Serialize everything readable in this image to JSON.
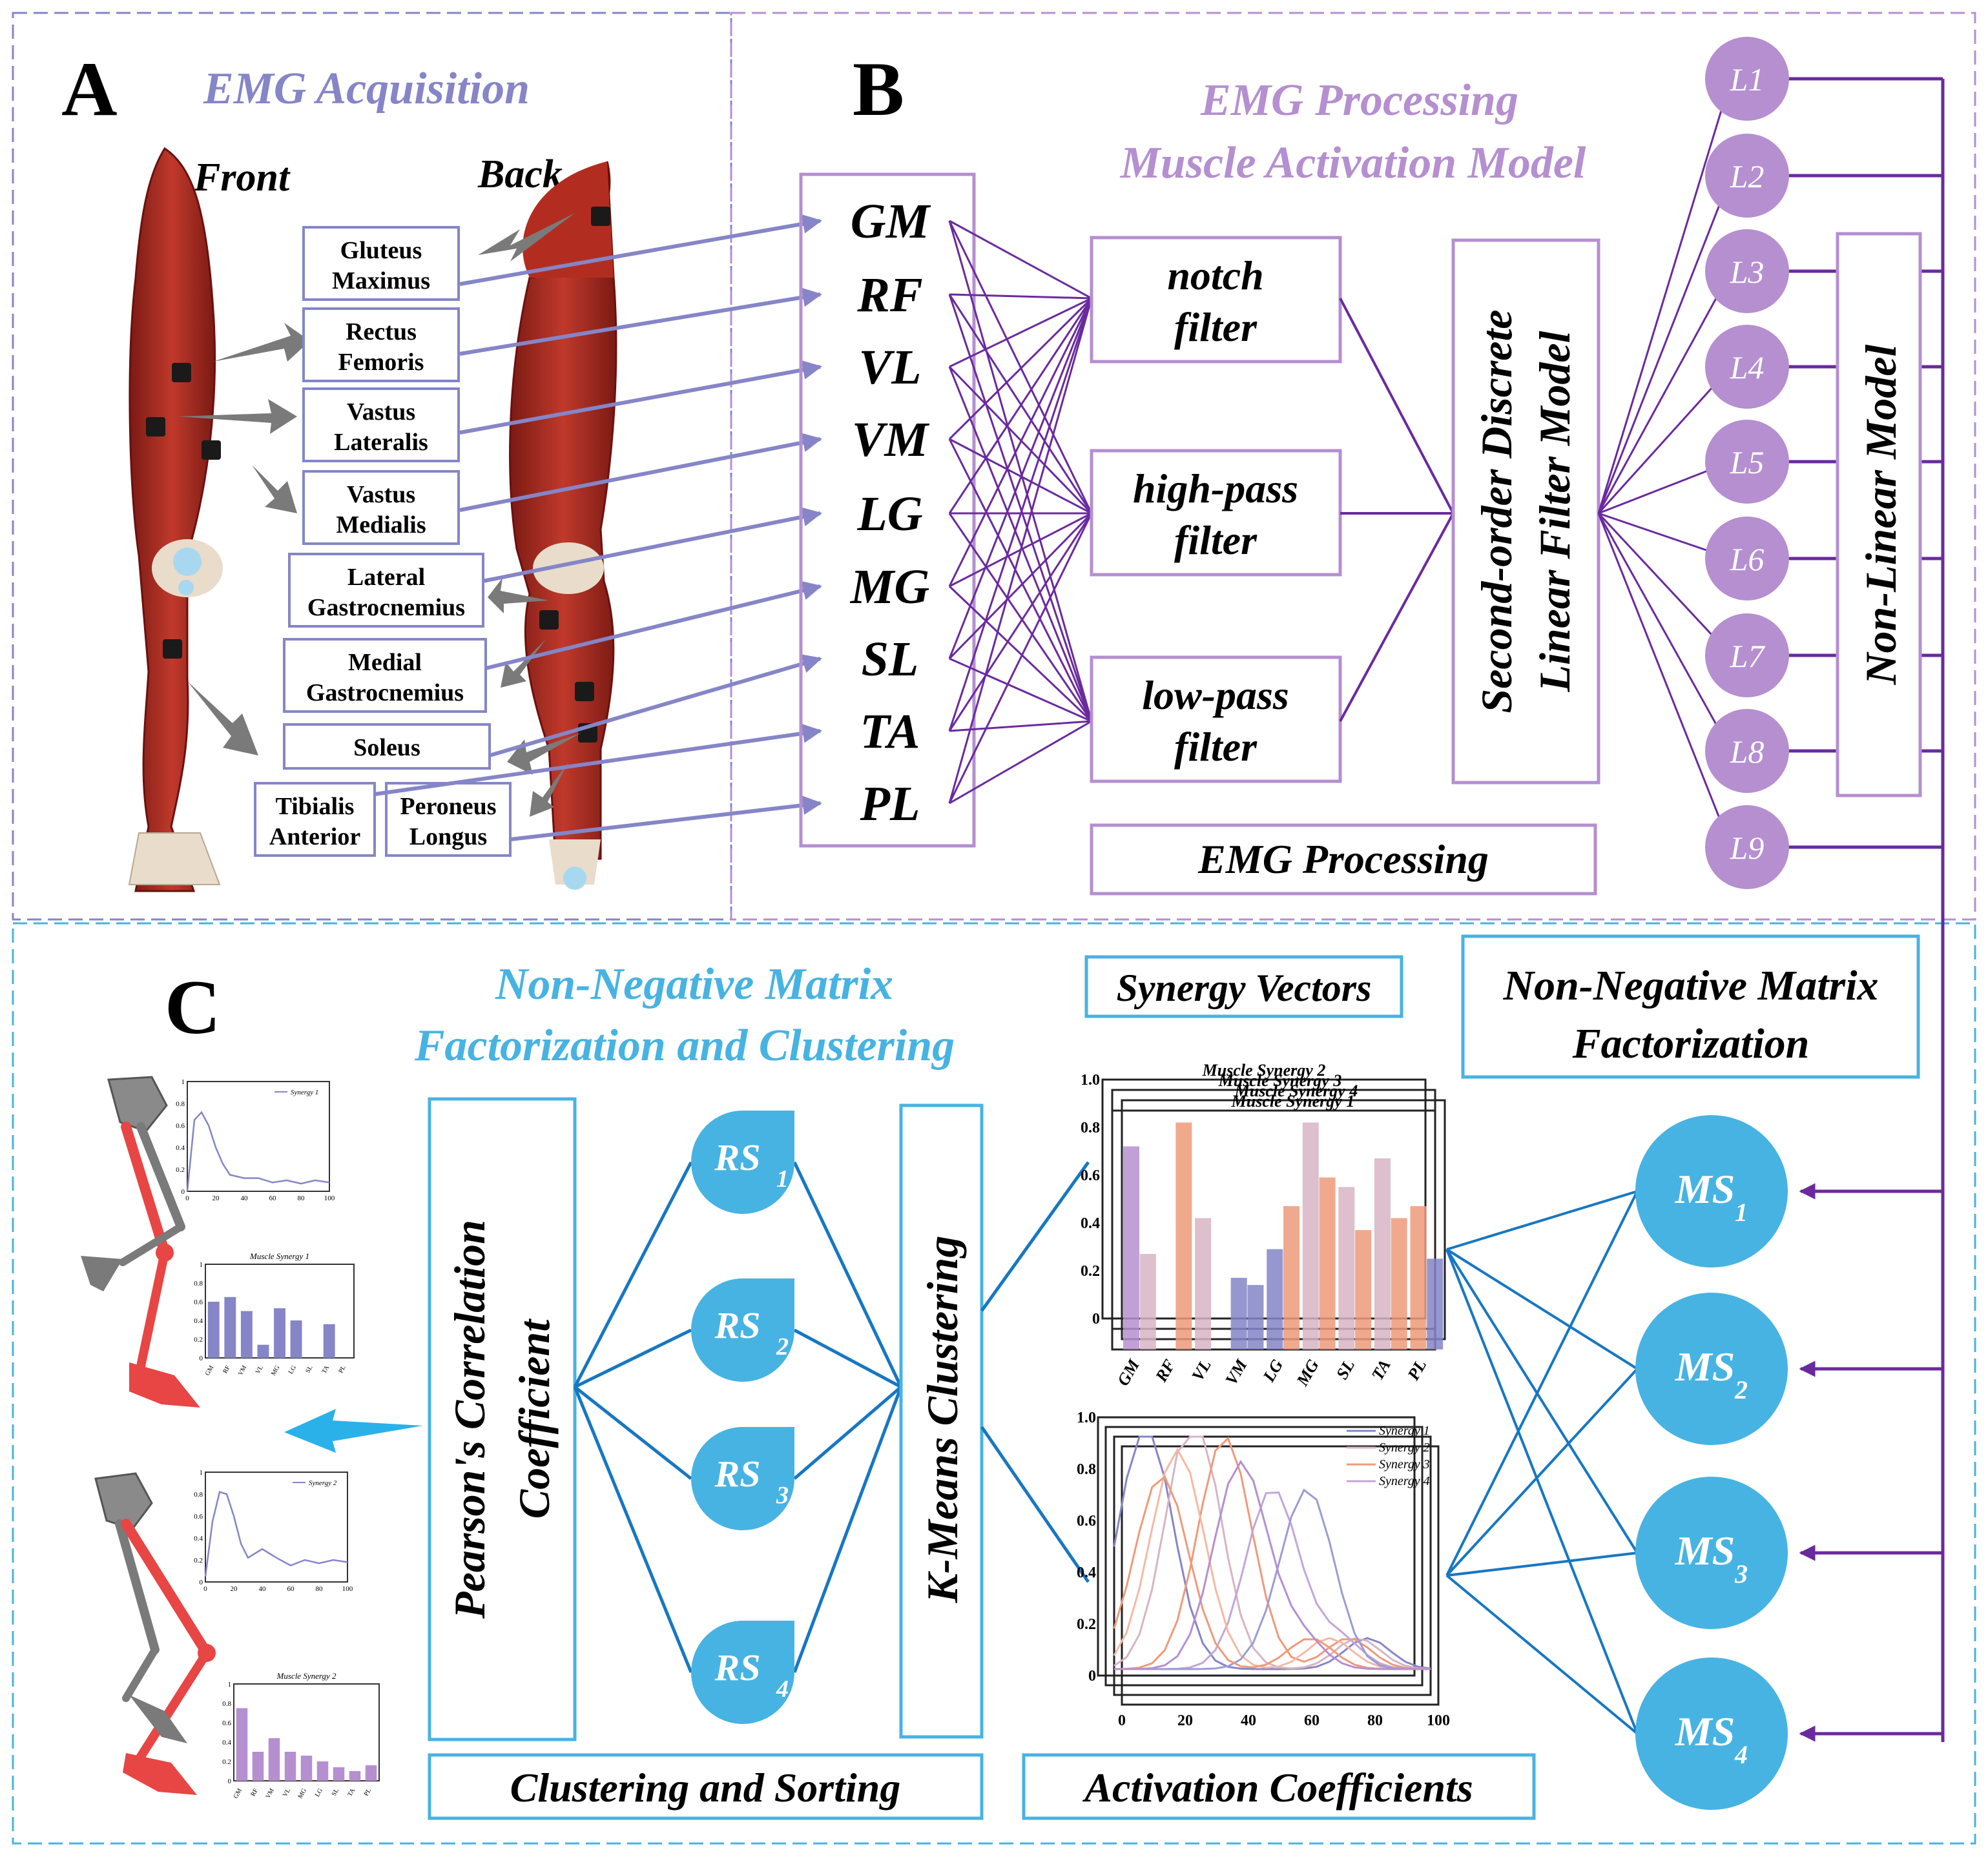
{
  "panels": {
    "a": {
      "letter": "A",
      "title": "EMG Acquisition",
      "front": "Front",
      "back": "Back"
    },
    "b": {
      "letter": "B",
      "title_line1": "EMG Processing",
      "title_line2": "Muscle Activation Model"
    },
    "c": {
      "letter": "C",
      "title_line1": "Non-Negative Matrix",
      "title_line2": "Factorization and Clustering"
    }
  },
  "muscles": [
    {
      "line1": "Gluteus",
      "line2": "Maximus",
      "abbr": "GM"
    },
    {
      "line1": "Rectus",
      "line2": "Femoris",
      "abbr": "RF"
    },
    {
      "line1": "Vastus",
      "line2": "Lateralis",
      "abbr": "VL"
    },
    {
      "line1": "Vastus",
      "line2": "Medialis",
      "abbr": "VM"
    },
    {
      "line1": "Lateral",
      "line2": "Gastrocnemius",
      "abbr": "LG"
    },
    {
      "line1": "Medial",
      "line2": "Gastrocnemius",
      "abbr": "MG"
    },
    {
      "line1": "Soleus",
      "line2": "",
      "abbr": "SL"
    },
    {
      "line1": "Tibialis",
      "line2": "Anterior",
      "abbr": "TA"
    },
    {
      "line1": "Peroneus",
      "line2": "Longus",
      "abbr": "PL"
    }
  ],
  "filters": [
    {
      "line1": "notch",
      "line2": "filter"
    },
    {
      "line1": "high-pass",
      "line2": "filter"
    },
    {
      "line1": "low-pass",
      "line2": "filter"
    }
  ],
  "emg_processing_label": "EMG Processing",
  "linear_model": {
    "line1": "Second-order Discrete",
    "line2": "Linear Filter Model"
  },
  "nonlinear_model": "Non-Linear Model",
  "layers": [
    "L1",
    "L2",
    "L3",
    "L4",
    "L5",
    "L6",
    "L7",
    "L8",
    "L9"
  ],
  "pearson": {
    "line1": "Pearson's Correlation",
    "line2": "Coefficient"
  },
  "kmeans": "K-Means Clustering",
  "rs": [
    {
      "base": "RS",
      "sub": "1"
    },
    {
      "base": "RS",
      "sub": "2"
    },
    {
      "base": "RS",
      "sub": "3"
    },
    {
      "base": "RS",
      "sub": "4"
    }
  ],
  "ms": [
    {
      "base": "MS",
      "sub": "1"
    },
    {
      "base": "MS",
      "sub": "2"
    },
    {
      "base": "MS",
      "sub": "3"
    },
    {
      "base": "MS",
      "sub": "4"
    }
  ],
  "synergy_vectors_label": "Synergy Vectors",
  "activation_label": "Activation Coefficients",
  "clustering_sorting_label": "Clustering and Sorting",
  "nmf": {
    "line1": "Non-Negative Matrix",
    "line2": "Factorization"
  },
  "stack_bar_titles": [
    "Muscle Synergy 2",
    "Muscle Synergy 3",
    "Muscle Synergy 4",
    "Muscle Synergy 1"
  ],
  "stack_line_legend": [
    "Synergy 1",
    "Synergy 2",
    "Synergy 3",
    "Synergy 4"
  ],
  "mini": {
    "legend1": "Synergy 1",
    "legend2": "Synergy 2",
    "bar_title1": "Muscle Synergy 1",
    "bar_title2": "Muscle Synergy 2"
  },
  "colors": {
    "purple": "#6a2a9e",
    "lavender": "#b58fd0",
    "periwinkle": "#8585c8",
    "blue": "#47b3e2",
    "dblue": "#1777c2",
    "salmon": "#ef9a7a"
  },
  "chart_data": [
    {
      "type": "bar",
      "title": "Muscle Synergy 1",
      "categories": [
        "GM",
        "RF",
        "VM",
        "VL",
        "MG",
        "LG",
        "SL",
        "TA",
        "PL"
      ],
      "values": [
        0.6,
        0.65,
        0.5,
        0.14,
        0.53,
        0.4,
        0.0,
        0.36,
        0.0
      ],
      "ylim": [
        0,
        1
      ],
      "y_ticks": [
        "0",
        "0.2",
        "0.4",
        "0.6",
        "0.8",
        "1"
      ]
    },
    {
      "type": "bar",
      "title": "Muscle Synergy 2",
      "categories": [
        "GM",
        "RF",
        "VM",
        "VL",
        "MG",
        "LG",
        "SL",
        "TA",
        "PL"
      ],
      "values": [
        0.75,
        0.3,
        0.44,
        0.3,
        0.26,
        0.2,
        0.14,
        0.1,
        0.16
      ],
      "ylim": [
        0,
        1
      ],
      "y_ticks": [
        "0",
        "0.2",
        "0.4",
        "0.6",
        "0.8",
        "1"
      ]
    },
    {
      "type": "line",
      "series": [
        {
          "name": "Synergy 1",
          "x": [
            0,
            5,
            10,
            15,
            20,
            25,
            30,
            40,
            50,
            60,
            70,
            80,
            90,
            100
          ],
          "values": [
            0.0,
            0.65,
            0.72,
            0.6,
            0.4,
            0.25,
            0.15,
            0.12,
            0.12,
            0.08,
            0.1,
            0.07,
            0.1,
            0.08
          ]
        }
      ],
      "xlim": [
        0,
        100
      ],
      "ylim": [
        0,
        1
      ],
      "x_ticks": [
        "0",
        "20",
        "40",
        "60",
        "80",
        "100"
      ],
      "y_ticks": [
        "0",
        "0.2",
        "0.4",
        "0.6",
        "0.8",
        "1"
      ]
    },
    {
      "type": "line",
      "series": [
        {
          "name": "Synergy 2",
          "x": [
            0,
            5,
            10,
            15,
            20,
            25,
            30,
            40,
            50,
            60,
            70,
            80,
            90,
            100
          ],
          "values": [
            0.05,
            0.55,
            0.82,
            0.8,
            0.6,
            0.35,
            0.22,
            0.3,
            0.22,
            0.15,
            0.2,
            0.17,
            0.2,
            0.18
          ]
        }
      ],
      "xlim": [
        0,
        100
      ],
      "ylim": [
        0,
        1
      ],
      "x_ticks": [
        "0",
        "20",
        "40",
        "60",
        "80",
        "100"
      ],
      "y_ticks": [
        "0",
        "0.2",
        "0.4",
        "0.6",
        "0.8",
        "1"
      ]
    }
  ]
}
